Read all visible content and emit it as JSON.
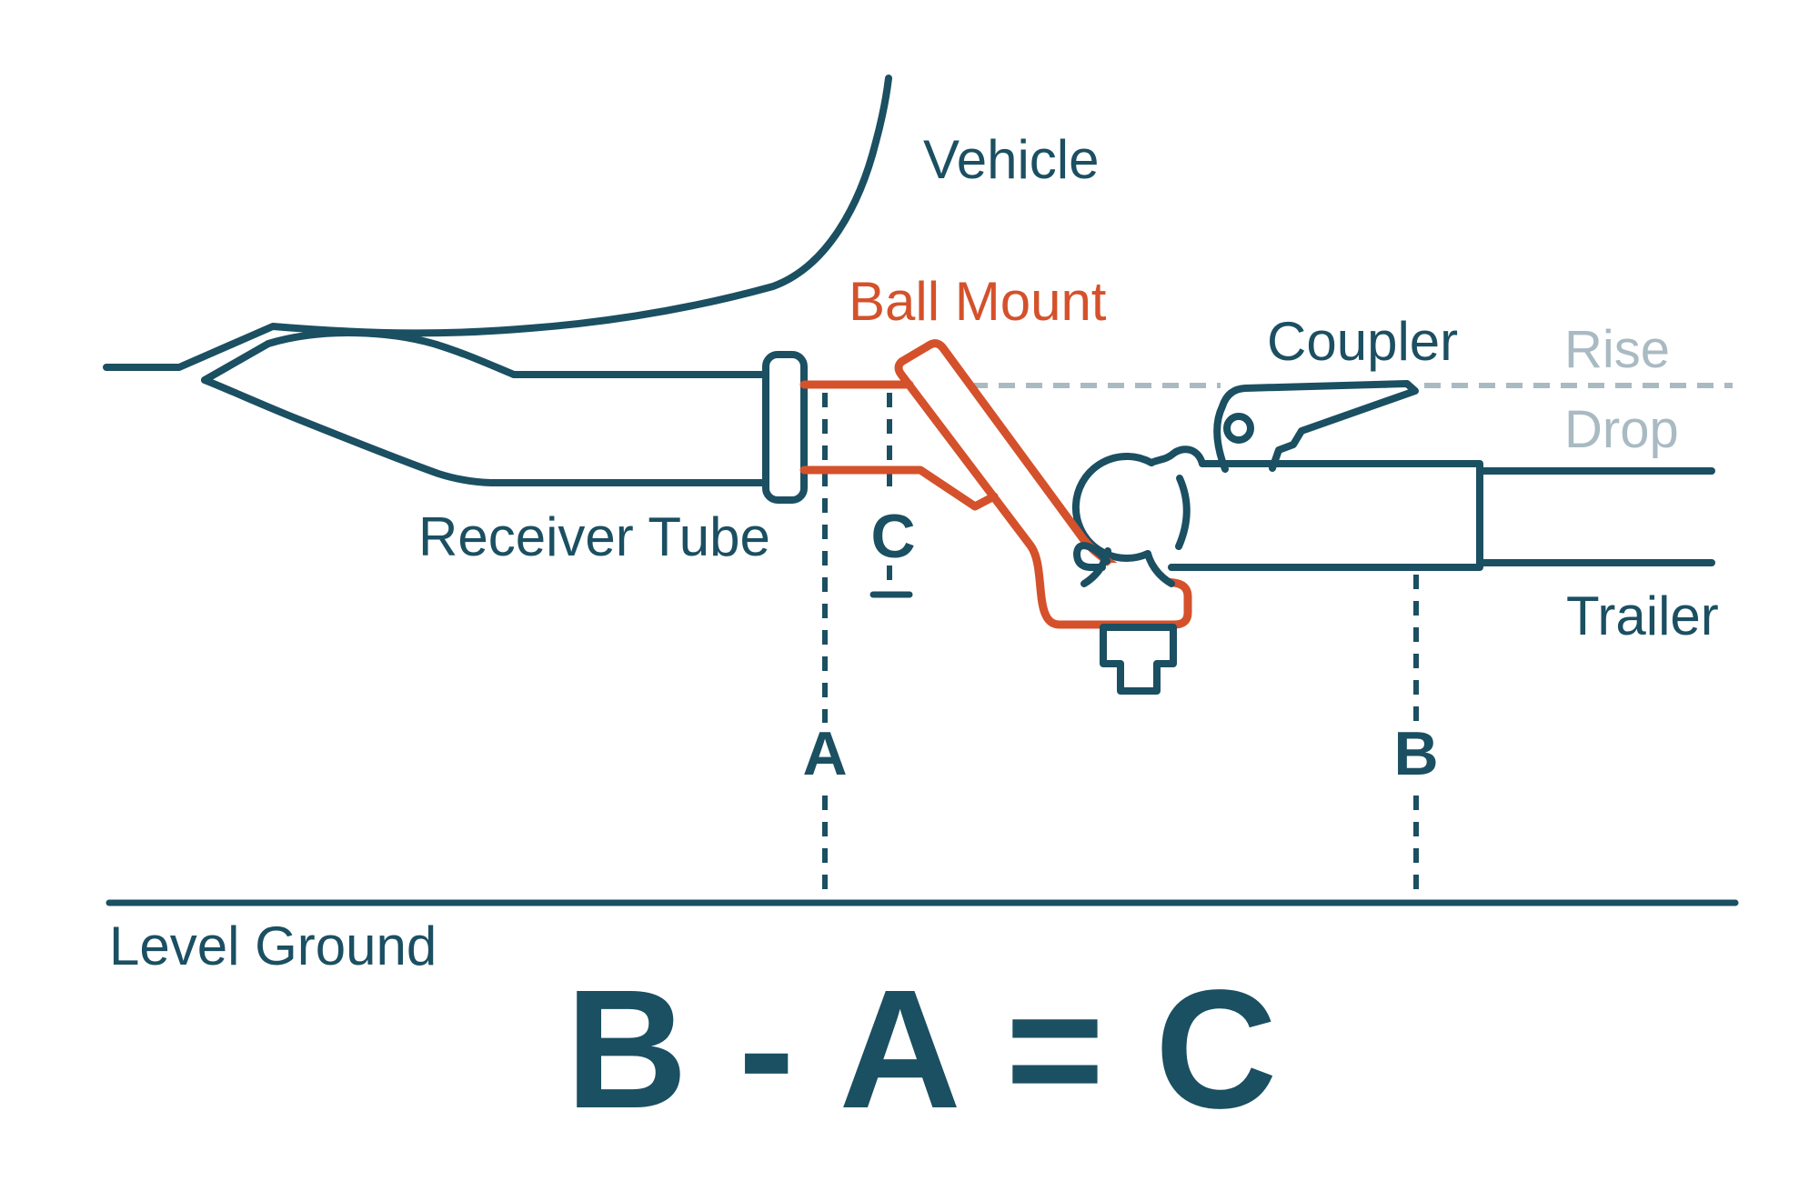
{
  "diagram": {
    "formula": "B - A = C",
    "labels": {
      "vehicle": "Vehicle",
      "ball_mount": "Ball Mount",
      "coupler": "Coupler",
      "rise": "Rise",
      "drop": "Drop",
      "receiver_tube": "Receiver Tube",
      "trailer": "Trailer",
      "level_ground": "Level Ground"
    },
    "measurements": {
      "a": "A",
      "b": "B",
      "c": "C"
    },
    "colors": {
      "teal": "#1b4f62",
      "orange": "#d4512b",
      "gray": "#a9bac2",
      "background": "#ffffff"
    }
  }
}
